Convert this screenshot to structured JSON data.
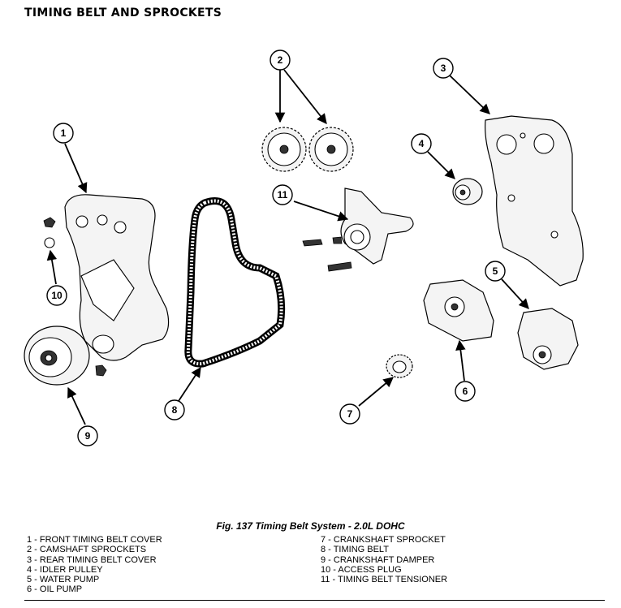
{
  "title": "TIMING BELT AND SPROCKETS",
  "caption": "Fig. 137 Timing Belt System - 2.0L DOHC",
  "callouts": [
    "1",
    "2",
    "3",
    "4",
    "5",
    "6",
    "7",
    "8",
    "9",
    "10",
    "11"
  ],
  "legend_left": [
    "1 - FRONT TIMING BELT COVER",
    "2 - CAMSHAFT SPROCKETS",
    "3 - REAR TIMING BELT COVER",
    "4 - IDLER PULLEY",
    "5 - WATER PUMP",
    "6 - OIL PUMP"
  ],
  "legend_right": [
    "7 - CRANKSHAFT SPROCKET",
    "8 - TIMING BELT",
    "9 - CRANKSHAFT DAMPER",
    "10 - ACCESS PLUG",
    "11 - TIMING BELT TENSIONER"
  ]
}
